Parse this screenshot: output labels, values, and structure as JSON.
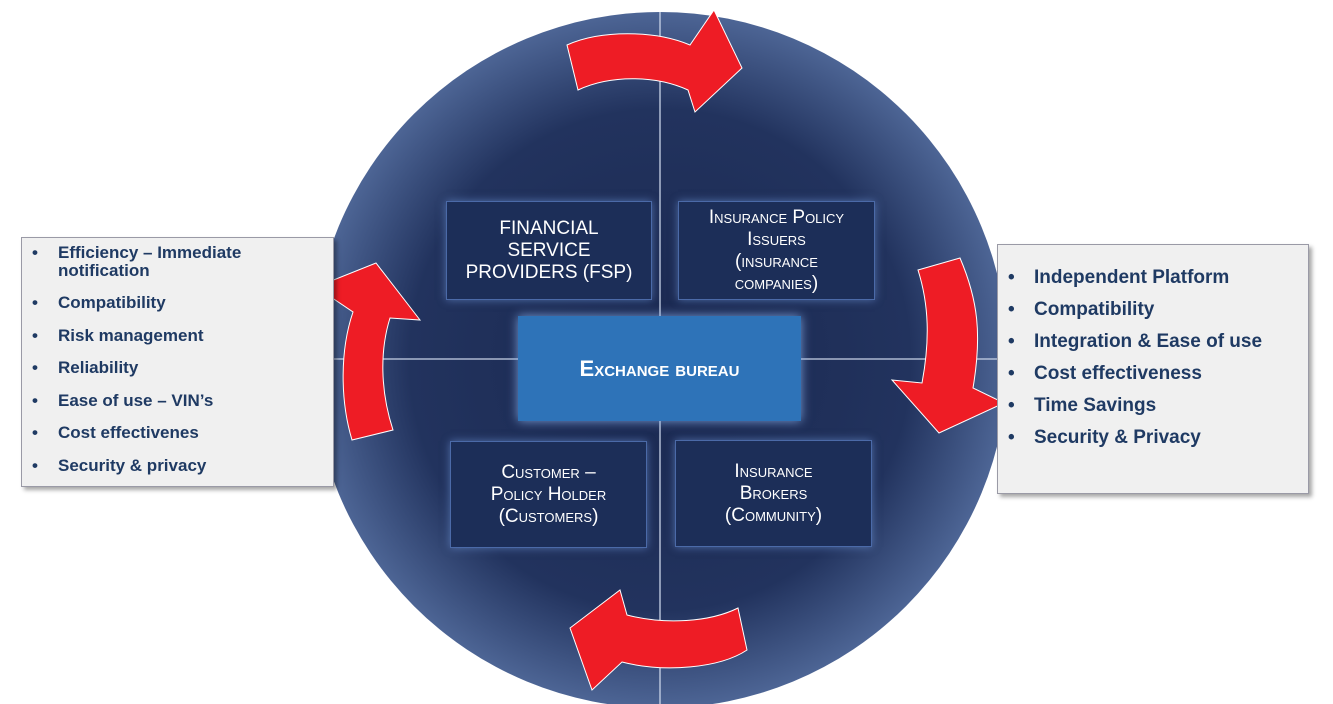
{
  "center": {
    "label": "Exchange bureau"
  },
  "quadrants": {
    "fsp": [
      "FINANCIAL",
      "SERVICE",
      "PROVIDERS  (FSP)"
    ],
    "insurers": [
      "Insurance Policy",
      "Issuers",
      "(insurance",
      "companies)"
    ],
    "customer": [
      "Customer –",
      "Policy Holder",
      "(Customers)"
    ],
    "brokers": [
      "Insurance",
      "Brokers",
      "(Community)"
    ]
  },
  "left_panel": {
    "items": [
      "Efficiency – Immediate notification",
      "Compatibility",
      "Risk management",
      "Reliability",
      "Ease of use – VIN’s",
      "Cost effectivenes",
      "Security & privacy"
    ]
  },
  "right_panel": {
    "items": [
      "Independent Platform",
      "Compatibility",
      "Integration & Ease of use",
      "Cost effectiveness",
      "Time Savings",
      "Security & Privacy"
    ]
  },
  "colors": {
    "circle_outer": "#3a5486",
    "circle_inner": "#1a2850",
    "arrow": "#ee1c25",
    "center_box": "#2e73b8",
    "panel_text": "#1f3a63"
  }
}
